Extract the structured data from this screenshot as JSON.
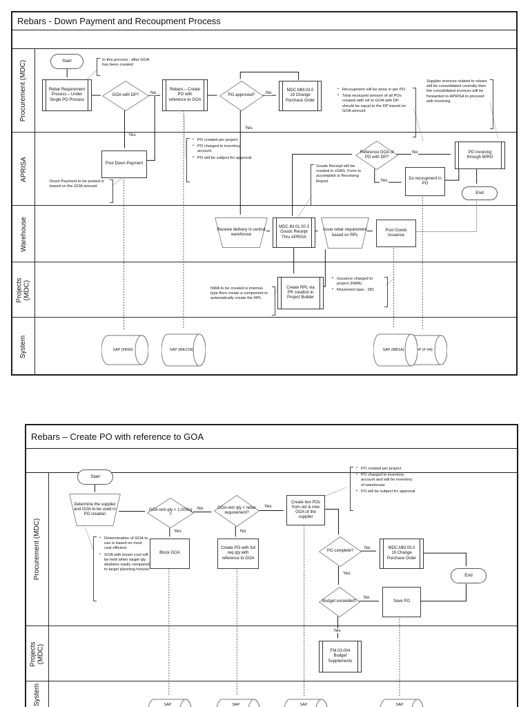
{
  "common": {
    "yes": "Yes",
    "no": "No"
  },
  "d1": {
    "title": "Rebars - Down Payment and Recoupment Process",
    "lanes": [
      "Procurement (MDC)",
      "APRISA",
      "Warehouse",
      "Projects (MDC)",
      "System"
    ],
    "nodes": {
      "start": "Start",
      "rebar_req": "Rebar Requirement Process – Under Single PO Process",
      "goa_dp_q": "GOA with DP?",
      "create_po_ref": "Rebars – Create PO with reference to GOA",
      "po_approved_q": "PO approved?",
      "change_po": "MDC.MM.03.0 19 Change Purchase Order",
      "post_dp": "Post Down Payment",
      "ref_goa_q": "Reference GOA of PO with DP?",
      "do_recoup": "Do recoupment in PO",
      "po_invoicing": "PO invoicing through MIRO",
      "end": "End",
      "receive_delivery": "Receive delivery in central warehouse",
      "goods_receipt": "MDC.IM.01.00 3 Goods Receipt Thru APRISA",
      "issue_rebar": "Issue rebar requirement based on RPL",
      "post_gi": "Post Goods Issuance",
      "create_rpl": "Create RPL via PR creation in Project Builder",
      "sap_fb60": "SAP (FB60)",
      "sap_me21n": "SAP (ME21N)",
      "sap_mb1a": "SAP (MB1A)",
      "sap_f04": "SAP (F-04)"
    },
    "comments": {
      "in_process": "In this process : after GOA has been created",
      "recoupment": [
        "Recoupment will be done in per PO",
        "Total recouped amount of all POs created with ref to GOA with DP should be equal to the DP based on GOA amount"
      ],
      "supplier_inv": "Supplier invoices related to rebars will be consolidated centrally then the consolidated invoices will be forwarded to APRISA to proceed with invoicing",
      "down_payment": "Down Payment to be posted is based on the GOA amount",
      "po_created": [
        "PO created per project",
        "PO charged to inventory account",
        "PO will be subject for approval"
      ],
      "goods_receipt": "Goods Receipt will be created in eSAS. Form to accomplish is Receiving Report",
      "nwa": "NWA to be created is internal-type then create a component to automatically create the RPL",
      "issuance": [
        "Issuance charged to project (NWA)",
        "Movement type : 281"
      ]
    }
  },
  "d2": {
    "title": "Rebars – Create PO with reference to GOA",
    "lanes": [
      "Procurement (MDC)",
      "Projects (MDC)",
      "System"
    ],
    "nodes": {
      "start": "Start",
      "determine": "Determine the supplier and GOA to be used in PO creation",
      "qty_1000_q": "GOA rem qty < 1,000kg ?",
      "qty_rebar_q": "GOA rem qty < rebar requirement?",
      "two_pos": "Create two POs from old & new GOA of the supplier",
      "block_goa": "Block GOA",
      "full_qty_po": "Create PO with full req qty with reference to GOA",
      "po_complete_q": "PO complete?",
      "change_po": "MDC.MM.03.0 19 Change Purchase Order",
      "end": "End",
      "budget_q": "Budget exceeded?",
      "save_po": "Save PO",
      "budget_suppl": "FM.03.004 Budget Supplements",
      "sap": "SAP"
    },
    "comments": {
      "determination": [
        "Determination of GOA to use is based on most cost efficient",
        "GOA with lesser cost will be held when target qty depletes easily compared to target planning horizon"
      ],
      "po_created": [
        "PO created per project",
        "PO charged to inventory account and will be inventory of warehouse",
        "PO will be subject for approval"
      ]
    }
  }
}
